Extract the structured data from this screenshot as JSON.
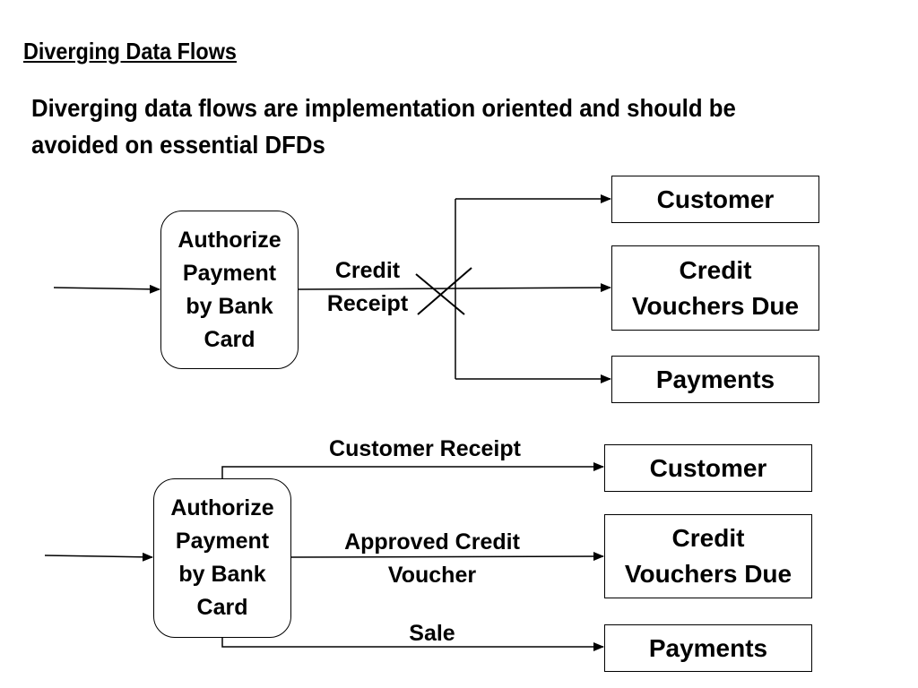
{
  "slide": {
    "title": "Diverging Data Flows",
    "intro_line1": "Diverging data flows are implementation oriented and should be",
    "intro_line2": "avoided on essential DFDs"
  },
  "diagram1": {
    "process": {
      "line1": "Authorize",
      "line2": "Payment",
      "line3": "by Bank",
      "line4": "Card"
    },
    "flow_label": {
      "line1": "Credit",
      "line2": "Receipt"
    },
    "stores": {
      "customer": "Customer",
      "credit_vouchers_line1": "Credit",
      "credit_vouchers_line2": "Vouchers Due",
      "payments": "Payments"
    }
  },
  "diagram2": {
    "process": {
      "line1": "Authorize",
      "line2": "Payment",
      "line3": "by Bank",
      "line4": "Card"
    },
    "flows": {
      "customer_receipt": "Customer Receipt",
      "approved_line1": "Approved Credit",
      "approved_line2": "Voucher",
      "sale": "Sale"
    },
    "stores": {
      "customer": "Customer",
      "credit_vouchers_line1": "Credit",
      "credit_vouchers_line2": "Vouchers Due",
      "payments": "Payments"
    }
  }
}
